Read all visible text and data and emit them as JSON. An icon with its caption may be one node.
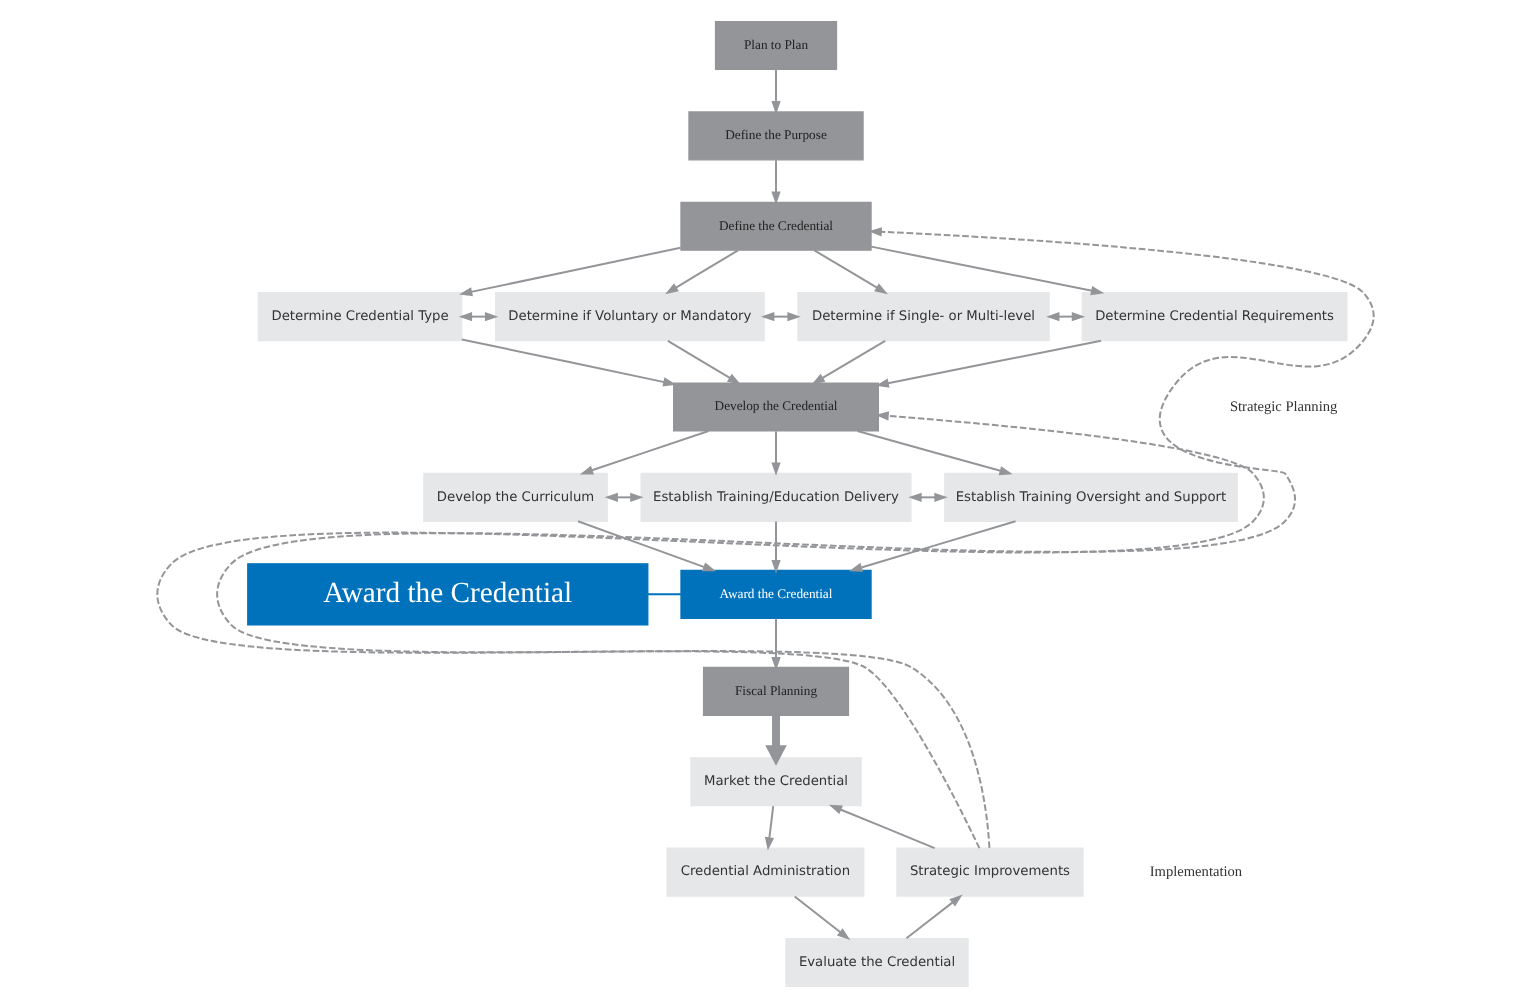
{
  "diagram": {
    "nodes": [
      {
        "text": [
          "Plan to Plan"
        ]
      },
      {
        "text": [
          "Define the Purpose"
        ]
      },
      {
        "text": [
          "Define the Credential"
        ]
      },
      {
        "text": [
          "Determine Credential Type"
        ]
      },
      {
        "text": [
          "Determine if Voluntary or Mandatory"
        ]
      },
      {
        "text": [
          "Determine if Single- or Multi-level"
        ]
      },
      {
        "text": [
          "Determine Credential Requirements"
        ]
      },
      {
        "text": [
          "Develop the Credential"
        ]
      },
      {
        "text": [
          "Develop the Curriculum"
        ]
      },
      {
        "text": [
          "Establish Training/Education Delivery"
        ]
      },
      {
        "text": [
          "Establish Training Oversight and Support"
        ]
      },
      {
        "text": [
          "Award the Credential"
        ]
      },
      {
        "text": [
          "Fiscal Planning"
        ]
      },
      {
        "text": [
          "Market the Credential"
        ]
      },
      {
        "text": [
          "Strategic Improvements"
        ]
      },
      {
        "text": [
          "Credential Administration"
        ]
      },
      {
        "text": [
          "Evaluate the Credential"
        ]
      },
      {
        "text": [
          "Award the Credential"
        ]
      }
    ],
    "edges": [
      {
        "from": 0,
        "to": 1,
        "arrow": "to"
      },
      {
        "from": 1,
        "to": 2,
        "arrow": "to"
      },
      {
        "from": 2,
        "to": 3,
        "arrow": "to"
      },
      {
        "from": 2,
        "to": 4,
        "arrow": "to"
      },
      {
        "from": 2,
        "to": 5,
        "arrow": "to"
      },
      {
        "from": 2,
        "to": 6,
        "arrow": "to"
      },
      {
        "from": 3,
        "to": 4,
        "arrow": "both"
      },
      {
        "from": 4,
        "to": 5,
        "arrow": "both"
      },
      {
        "from": 5,
        "to": 6,
        "arrow": "both"
      },
      {
        "from": 3,
        "to": 7,
        "arrow": "to"
      },
      {
        "from": 4,
        "to": 7,
        "arrow": "to"
      },
      {
        "from": 5,
        "to": 7,
        "arrow": "to"
      },
      {
        "from": 6,
        "to": 7,
        "arrow": "to"
      },
      {
        "from": 7,
        "to": 8,
        "arrow": "to"
      },
      {
        "from": 7,
        "to": 9,
        "arrow": "to"
      },
      {
        "from": 7,
        "to": 10,
        "arrow": "to"
      },
      {
        "from": 8,
        "to": 9,
        "arrow": "both"
      },
      {
        "from": 9,
        "to": 10,
        "arrow": "both"
      },
      {
        "from": 8,
        "to": 11,
        "arrow": "to"
      },
      {
        "from": 9,
        "to": 11,
        "arrow": "to"
      },
      {
        "from": 10,
        "to": 11,
        "arrow": "to"
      },
      {
        "from": 11,
        "to": 12,
        "arrow": "to"
      },
      {
        "from": 12,
        "to": 13,
        "arrow": "to",
        "style": "thick"
      },
      {
        "from": 13,
        "to": 15,
        "arrow": "to"
      },
      {
        "from": 15,
        "to": 16,
        "arrow": "to"
      },
      {
        "from": 16,
        "to": 14,
        "arrow": "to"
      },
      {
        "from": 14,
        "to": 13,
        "arrow": "to"
      },
      {
        "from": 14,
        "to": 2,
        "arrow": "to",
        "style": "dashed"
      },
      {
        "from": 14,
        "to": 7,
        "arrow": "to",
        "style": "dashed"
      },
      {
        "from": 17,
        "to": 11,
        "arrow": "none",
        "color": "#0072bc"
      }
    ],
    "labels": [
      "Strategic Planning",
      "Implementation"
    ]
  }
}
